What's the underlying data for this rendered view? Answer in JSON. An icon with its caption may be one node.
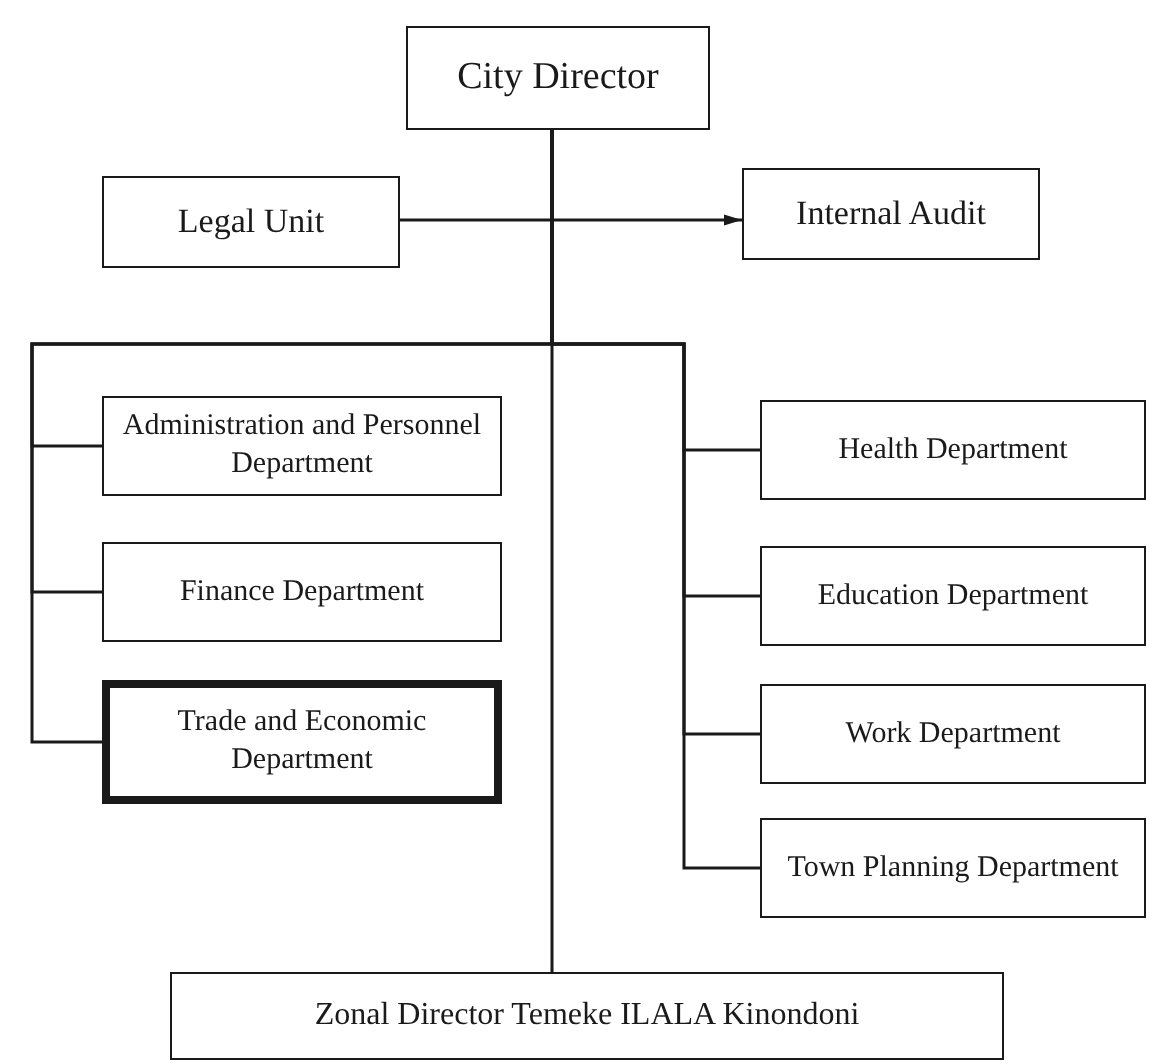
{
  "diagram": {
    "nodes": [
      {
        "text": [
          "City Director"
        ]
      },
      {
        "text": [
          "Legal Unit"
        ]
      },
      {
        "text": [
          "Internal Audit"
        ]
      },
      {
        "text": [
          "Administration and Personnel Department"
        ]
      },
      {
        "text": [
          "Finance Department"
        ]
      },
      {
        "text": [
          "Trade and Economic Department"
        ]
      },
      {
        "text": [
          "Health Department"
        ]
      },
      {
        "text": [
          "Education Department"
        ]
      },
      {
        "text": [
          "Work Department"
        ]
      },
      {
        "text": [
          "Town Planning Department"
        ]
      },
      {
        "text": [
          "Zonal Director Temeke ILALA Kinondoni"
        ]
      }
    ],
    "edges": [
      {
        "from": 0,
        "to": 1,
        "arrow": "none"
      },
      {
        "from": 0,
        "to": 2,
        "arrow": "to"
      },
      {
        "from": 0,
        "to": 3,
        "arrow": "none"
      },
      {
        "from": 0,
        "to": 4,
        "arrow": "none"
      },
      {
        "from": 0,
        "to": 5,
        "arrow": "none"
      },
      {
        "from": 0,
        "to": 6,
        "arrow": "none"
      },
      {
        "from": 0,
        "to": 7,
        "arrow": "none"
      },
      {
        "from": 0,
        "to": 8,
        "arrow": "none"
      },
      {
        "from": 0,
        "to": 9,
        "arrow": "none"
      },
      {
        "from": 0,
        "to": 10,
        "arrow": "none"
      }
    ]
  }
}
